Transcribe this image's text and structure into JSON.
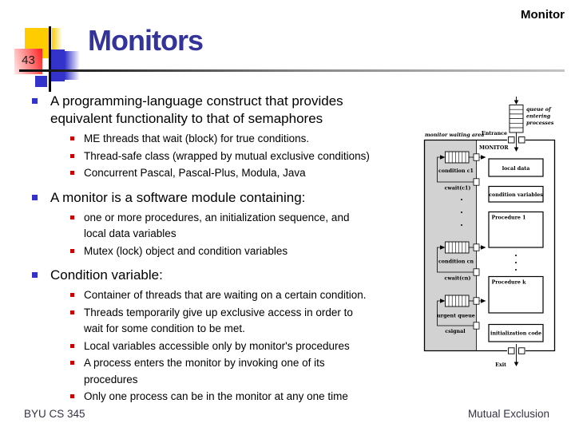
{
  "slide": {
    "header_context": "Monitor",
    "title": "Monitors",
    "page_number": "43"
  },
  "bullets": [
    {
      "text": "A programming-language construct that provides\nequivalent functionality to that of semaphores",
      "subs": [
        "ME threads that wait (block) for true conditions.",
        "Thread-safe class (wrapped by mutual exclusive conditions)",
        "Concurrent Pascal, Pascal-Plus, Modula, Java"
      ]
    },
    {
      "text": "A monitor is a software module containing:",
      "subs": [
        "one or more procedures, an initialization sequence, and\nlocal data variables",
        "Mutex (lock) object and condition variables"
      ]
    },
    {
      "text": "Condition variable:",
      "subs": [
        "Container of threads that are waiting on a certain condition.",
        "Threads temporarily give up exclusive access in order to\nwait for some condition to be met.",
        "Local variables accessible only by monitor's procedures",
        "A process enters the monitor by invoking one of its\nprocedures",
        "Only one process can be in the monitor at any one time"
      ]
    }
  ],
  "diagram": {
    "entering_queue_label_lines": [
      "queue of",
      "entering",
      "processes"
    ],
    "entrance": "Entrance",
    "waiting_area": "monitor waiting area",
    "monitor": "MONITOR",
    "local_data": "local data",
    "condition_variables": "condition variables",
    "procedure_1": "Procedure 1",
    "procedure_k": "Procedure k",
    "initialization_code": "initialization code",
    "condition_c1": "condition c1",
    "cwait_c1": "cwait(c1)",
    "condition_cn": "condition cn",
    "cwait_cn": "cwait(cn)",
    "urgent_queue": "urgent queue",
    "csignal": "csignal",
    "exit": "Exit"
  },
  "footer": {
    "left": "BYU CS 345",
    "right": "Mutual Exclusion"
  },
  "colors": {
    "title": "#333399",
    "main_bullet_square": "#3333CC",
    "sub_bullet_square": "#CC0000",
    "decoration_yellow": "#FFCC00",
    "decoration_blue": "#3333CC",
    "decoration_red": "#FF1F1F",
    "diagram_waiting_area": "#D2D2D2",
    "footer_text": "#333344"
  }
}
